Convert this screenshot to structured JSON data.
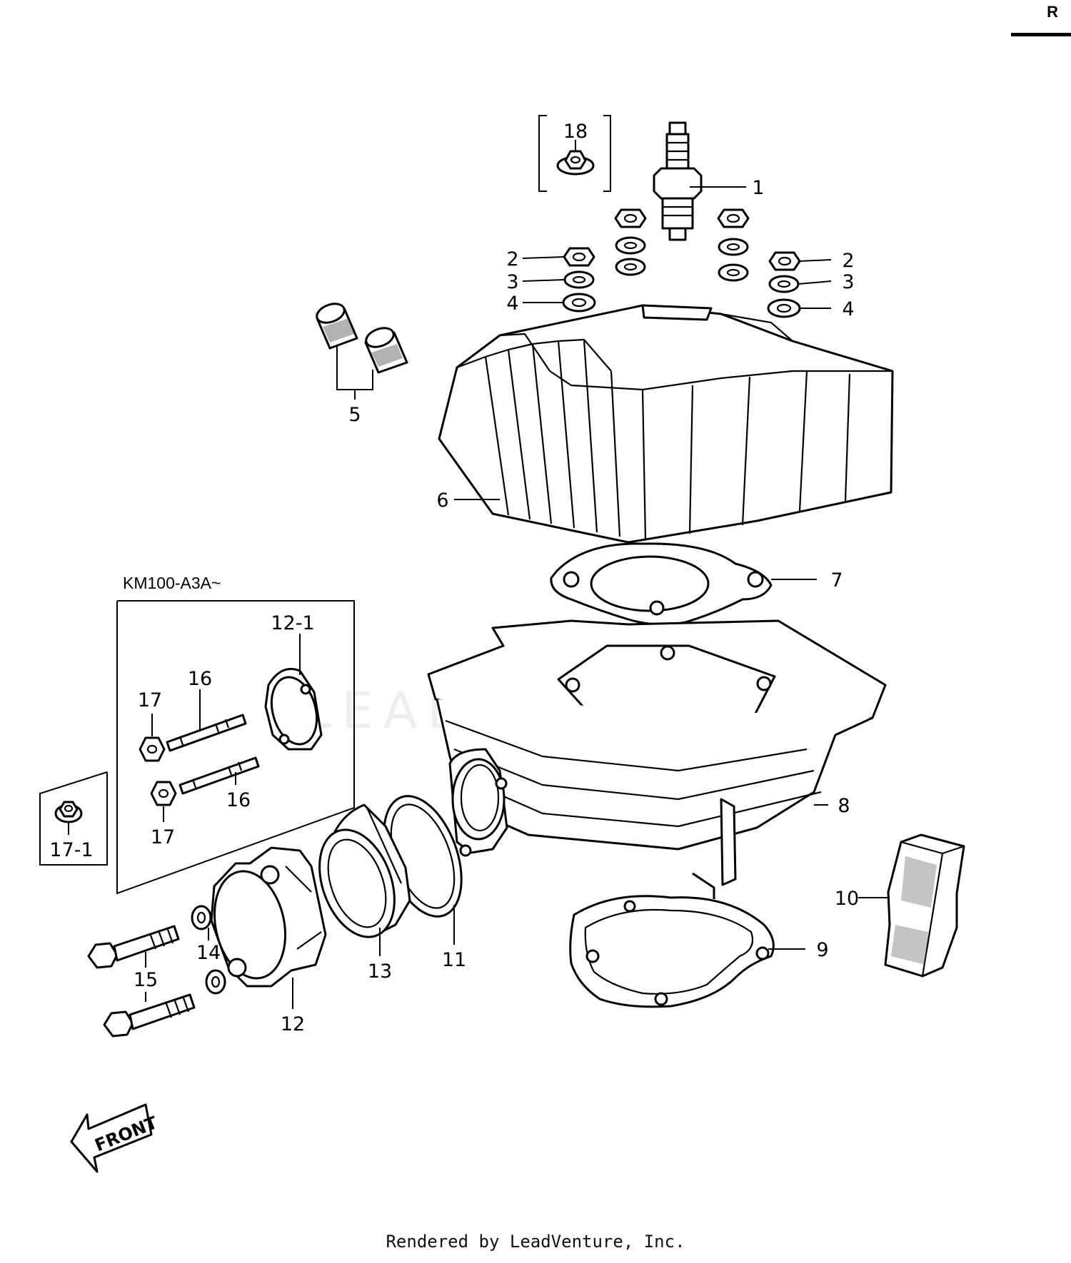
{
  "diagram": {
    "corner_mark": "R",
    "variant_label": "KM100-A3A~",
    "front_arrow_label": "FRONT",
    "footer": "Rendered by LeadVenture, Inc.",
    "watermark": "LEADVENTURE",
    "callouts": {
      "c1": "1",
      "c2a": "2",
      "c2b": "2",
      "c3a": "3",
      "c3b": "3",
      "c4a": "4",
      "c4b": "4",
      "c5": "5",
      "c6": "6",
      "c7": "7",
      "c8": "8",
      "c9": "9",
      "c10": "10",
      "c11": "11",
      "c12": "12",
      "c12_1": "12-1",
      "c13": "13",
      "c14": "14",
      "c15": "15",
      "c16a": "16",
      "c16b": "16",
      "c17a": "17",
      "c17b": "17",
      "c17_1": "17-1",
      "c18": "18"
    }
  }
}
